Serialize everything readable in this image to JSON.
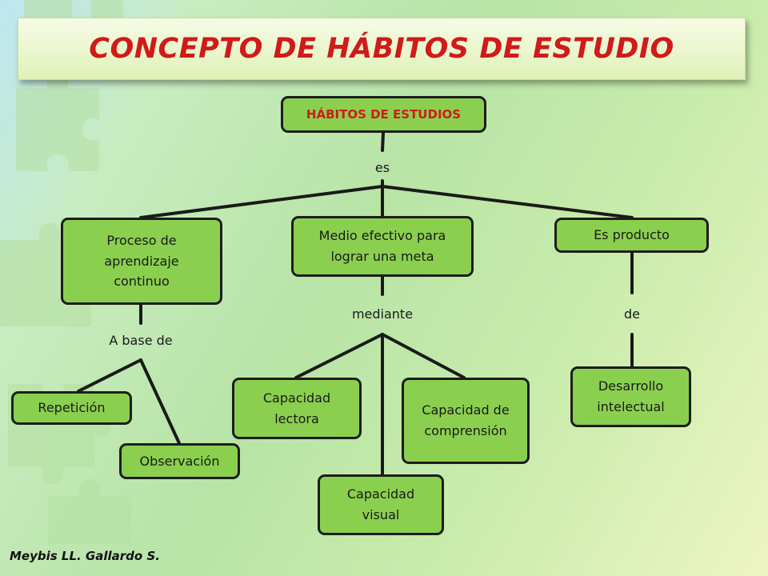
{
  "title": "CONCEPTO DE HÁBITOS DE ESTUDIO",
  "author": "Meybis LL. Gallardo S.",
  "colors": {
    "title_text": "#d11a1a",
    "node_fill": "#8bcf4f",
    "node_border": "#1d1d1d",
    "root_text": "#d11a1a"
  },
  "concept_map": {
    "root": "HÁBITOS DE ESTUDIOS",
    "root_link": "es",
    "branches": {
      "proceso": {
        "label": "Proceso de aprendizaje continuo",
        "link": "A base de",
        "children": [
          "Repetición",
          "Observación"
        ]
      },
      "medio": {
        "label": "Medio efectivo para lograr una meta",
        "link": "mediante",
        "children": [
          "Capacidad lectora",
          "Capacidad visual",
          "Capacidad de comprensión"
        ]
      },
      "producto": {
        "label": "Es producto",
        "link": "de",
        "children": [
          "Desarrollo intelectual"
        ]
      }
    }
  }
}
